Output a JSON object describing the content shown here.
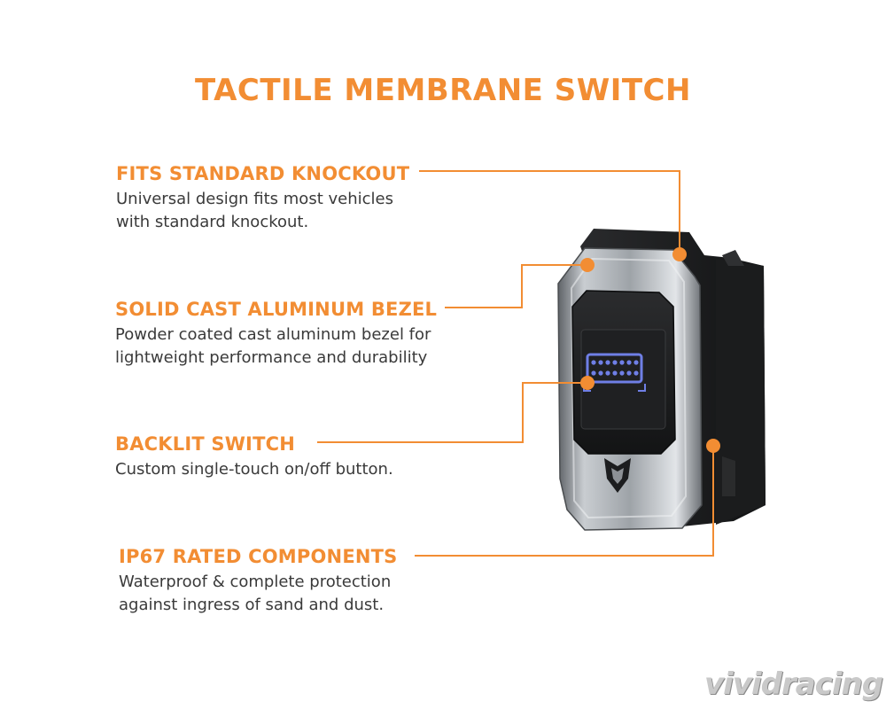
{
  "title": "TACTILE MEMBRANE SWITCH",
  "features": [
    {
      "heading": "FITS STANDARD KNOCKOUT",
      "line1": "Universal design fits most vehicles",
      "line2": "with standard knockout."
    },
    {
      "heading": "SOLID CAST ALUMINUM BEZEL",
      "line1": "Powder coated cast aluminum bezel for",
      "line2": "lightweight performance and durability"
    },
    {
      "heading": "BACKLIT SWITCH",
      "line1": "Custom single-touch on/off button.",
      "line2": ""
    },
    {
      "heading": "IP67 RATED COMPONENTS",
      "line1": "Waterproof & complete protection",
      "line2": "against ingress of  sand and dust."
    }
  ],
  "watermark": "vividracing",
  "colors": {
    "accent": "#f28d33",
    "body_text": "#3a3a3a",
    "switch_icon": "#6f7fe6"
  },
  "icons": {
    "switch_symbol": "light-bar-icon",
    "brand_emblem": "shield-emblem-icon"
  }
}
